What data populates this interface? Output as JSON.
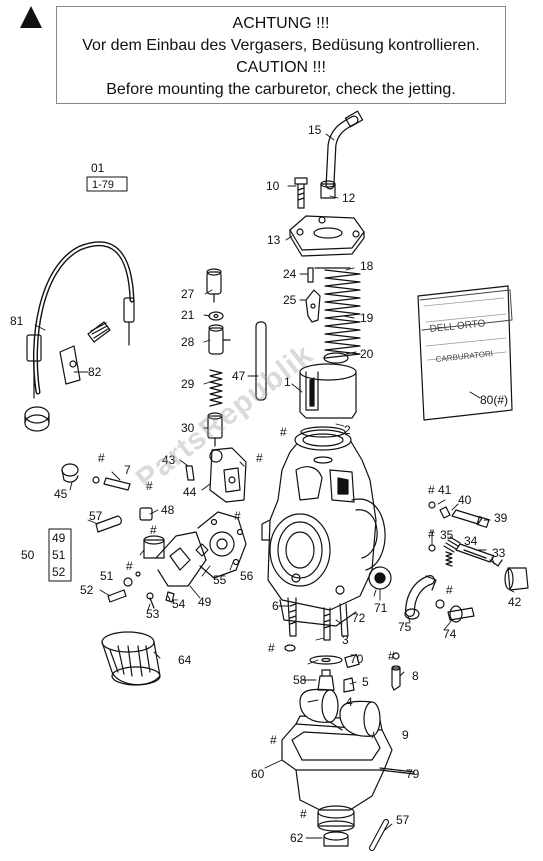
{
  "notice": {
    "line1": "ACHTUNG !!!",
    "line2": "Vor dem Einbau des Vergasers, Bedüsung kontrollieren.",
    "line3": "CAUTION !!!",
    "line4": "Before mounting the carburetor, check the jetting."
  },
  "watermark": "PartsRepublik",
  "colors": {
    "ink": "#111111",
    "box_border": "#888888",
    "watermark": "#969696"
  },
  "parts": {
    "p01": "01",
    "p01_range": "1-79",
    "p1": "1",
    "p2": "2",
    "p3": "3",
    "p4": "4",
    "p5": "5",
    "p6": "6",
    "p7": "7",
    "p8": "8",
    "p9": "9",
    "p10": "10",
    "p12": "12",
    "p13": "13",
    "p15": "15",
    "p18": "18",
    "p19": "19",
    "p20": "20",
    "p21": "21",
    "p24": "24",
    "p25": "25",
    "p27": "27",
    "p28": "28",
    "p29": "29",
    "p30": "30",
    "p33": "33",
    "p34": "34",
    "p35": "35",
    "p39": "39",
    "p40": "40",
    "p41": "41",
    "p42": "42",
    "p43": "43",
    "p44": "44",
    "p45": "45",
    "p47": "47",
    "p48": "48",
    "p49a": "49",
    "p49b": "49",
    "p50": "50",
    "p51a": "51",
    "p51b": "51",
    "p52a": "52",
    "p52b": "52",
    "p53": "53",
    "p54": "54",
    "p55": "55",
    "p56": "56",
    "p57a": "57",
    "p57b": "57",
    "p58": "58",
    "p60": "60",
    "p62": "62",
    "p64": "64",
    "p70": "70",
    "p71": "71",
    "p72": "72",
    "p74": "74",
    "p75": "75",
    "p79": "79",
    "p80": "80(#)",
    "p81": "81",
    "p82": "82"
  },
  "hash": "#"
}
